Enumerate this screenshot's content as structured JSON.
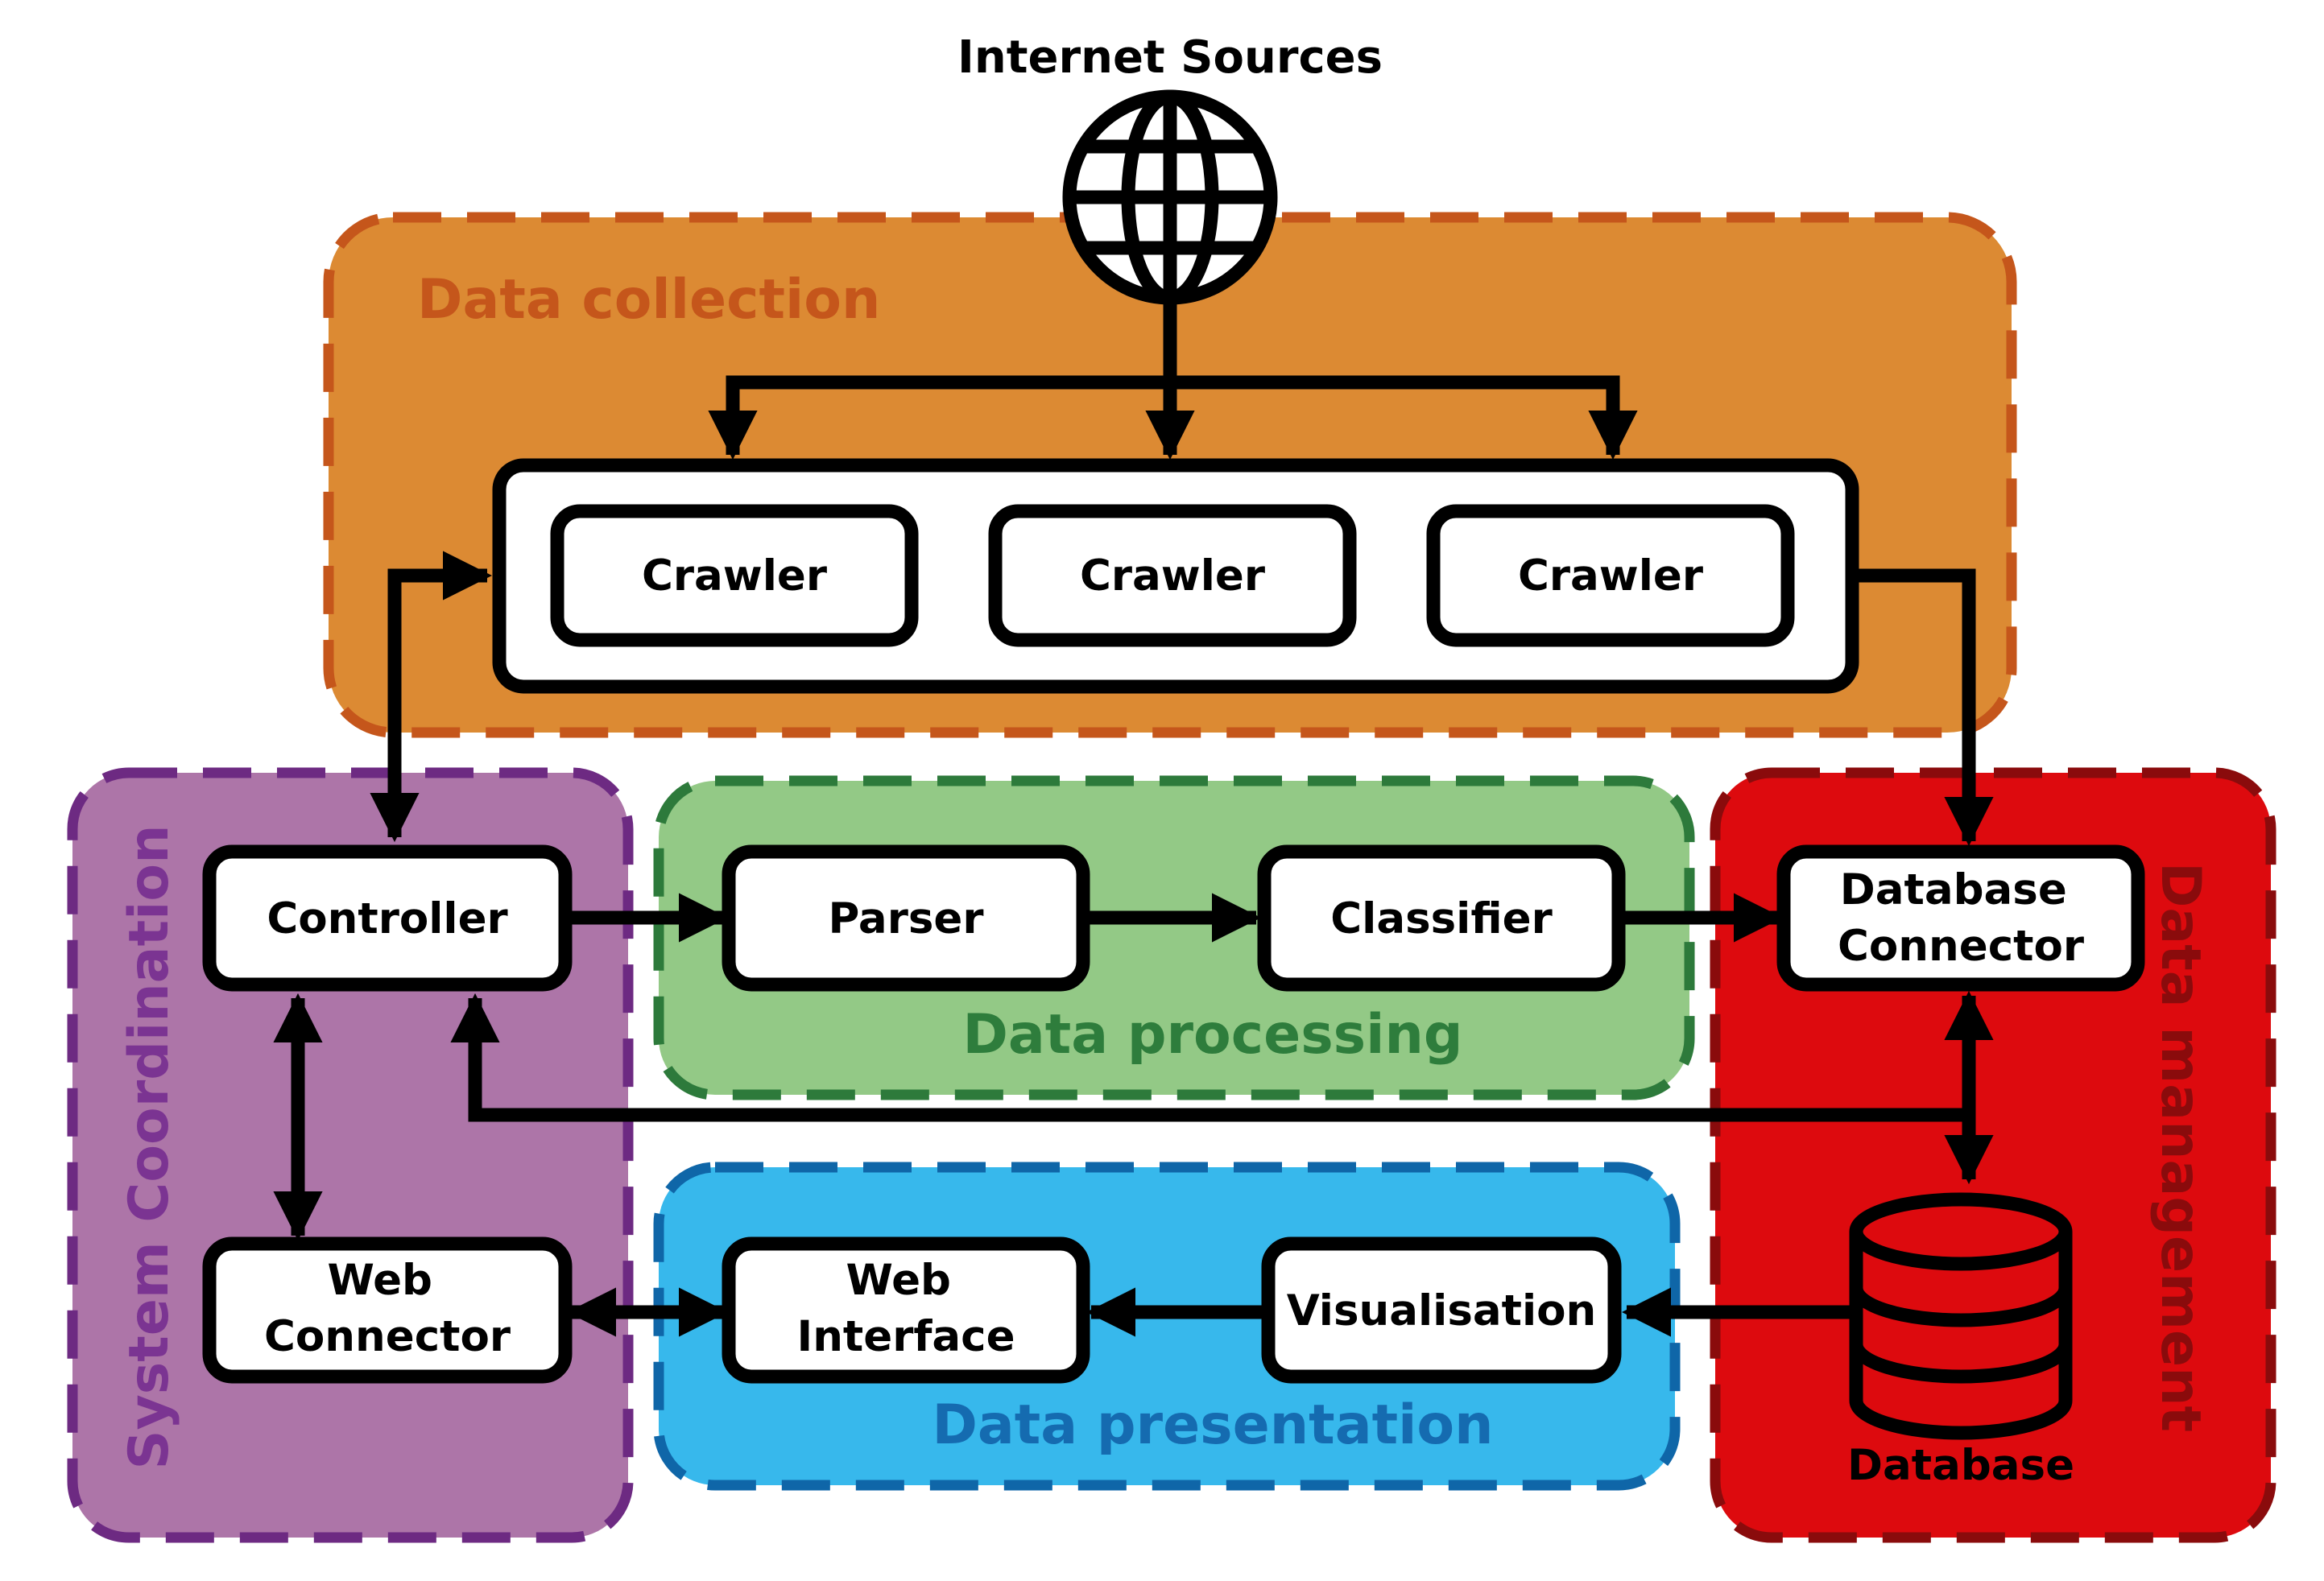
{
  "internet": {
    "label": "Internet Sources"
  },
  "regions": {
    "collection": {
      "title": "Data collection",
      "fill": "#dc8a33",
      "stroke": "#c5561b",
      "text": "#c5561b"
    },
    "coordination": {
      "title": "System Coordination",
      "fill": "#ad75a8",
      "stroke": "#6d2a82",
      "text": "#7b3492"
    },
    "processing": {
      "title": "Data processing",
      "fill": "#93c986",
      "stroke": "#2d7a3b",
      "text": "#2e7d3c"
    },
    "presentation": {
      "title": "Data presentation",
      "fill": "#37b8ec",
      "stroke": "#0f66a8",
      "text": "#156bb0"
    },
    "management": {
      "title": "Data management",
      "fill": "#dd0a0e",
      "stroke": "#8a0b0c",
      "text": "#8a0b0c"
    }
  },
  "nodes": {
    "crawler1": "Crawler",
    "crawler2": "Crawler",
    "crawler3": "Crawler",
    "controller": "Controller",
    "parser": "Parser",
    "classifier": "Classifier",
    "db_connector": [
      "Database",
      "Connector"
    ],
    "web_connector": [
      "Web",
      "Connector"
    ],
    "web_interface": [
      "Web",
      "Interface"
    ],
    "visualisation": "Visualisation",
    "database": "Database"
  }
}
